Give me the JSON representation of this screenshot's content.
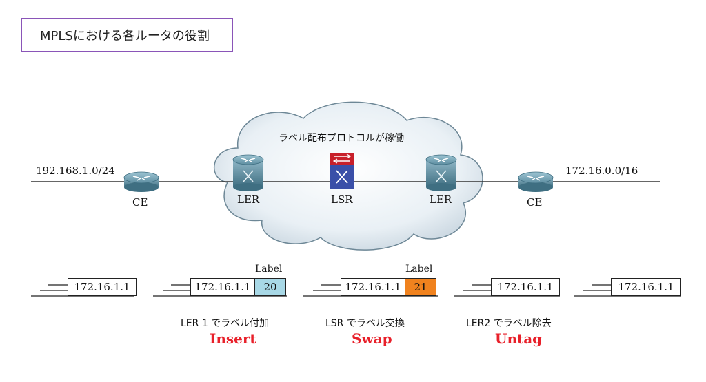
{
  "title": "MPLSにおける各ルータの役割",
  "cloud_label": "ラベル配布プロトコルが稼働",
  "networks": {
    "left": "192.168.1.0/24",
    "right": "172.16.0.0/16"
  },
  "nodes": {
    "ce_left": "CE",
    "ler_left": "LER",
    "lsr": "LSR",
    "ler_right": "LER",
    "ce_right": "CE"
  },
  "packets": [
    {
      "address": "172.16.1.1"
    },
    {
      "address": "172.16.1.1",
      "label_header": "Label",
      "label_value": "20",
      "label_color": "#a8d8e6"
    },
    {
      "address": "172.16.1.1",
      "label_header": "Label",
      "label_value": "21",
      "label_color": "#f0821e"
    },
    {
      "address": "172.16.1.1"
    },
    {
      "address": "172.16.1.1"
    }
  ],
  "operations": [
    {
      "description": "LER 1 でラベル付加",
      "action": "Insert"
    },
    {
      "description": "LSR でラベル交換",
      "action": "Swap"
    },
    {
      "description": "LER2 でラベル除去",
      "action": "Untag"
    }
  ],
  "colors": {
    "action": "#e8202a",
    "title_border": "#8a55b8",
    "lsr_top": "#c8202a",
    "lsr_bottom": "#3a4fa8"
  }
}
